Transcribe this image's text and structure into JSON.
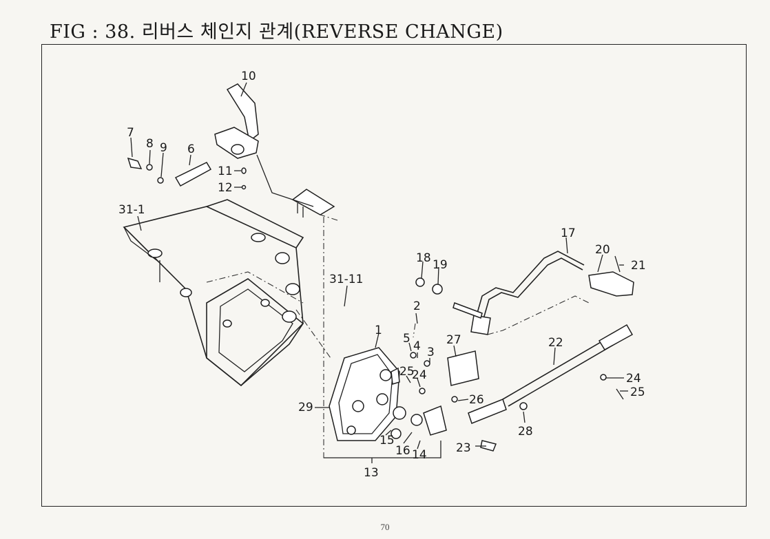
{
  "title": "FIG : 38. 리버스 체인지 관계(REVERSE CHANGE)",
  "page_number": "70",
  "callouts": {
    "c1": "1",
    "c2": "2",
    "c3": "3",
    "c4": "4",
    "c5": "5",
    "c6": "6",
    "c7": "7",
    "c8": "8",
    "c9": "9",
    "c10": "10",
    "c11": "11",
    "c12": "12",
    "c13": "13",
    "c14": "14",
    "c15": "15",
    "c16": "16",
    "c17": "17",
    "c18": "18",
    "c19": "19",
    "c20": "20",
    "c21": "21",
    "c22": "22",
    "c23": "23",
    "c24a": "24",
    "c24b": "24",
    "c25a": "25",
    "c25b": "25",
    "c26": "26",
    "c27": "27",
    "c28": "28",
    "c29": "29",
    "c31_1": "31-1",
    "c31_11": "31-11"
  }
}
